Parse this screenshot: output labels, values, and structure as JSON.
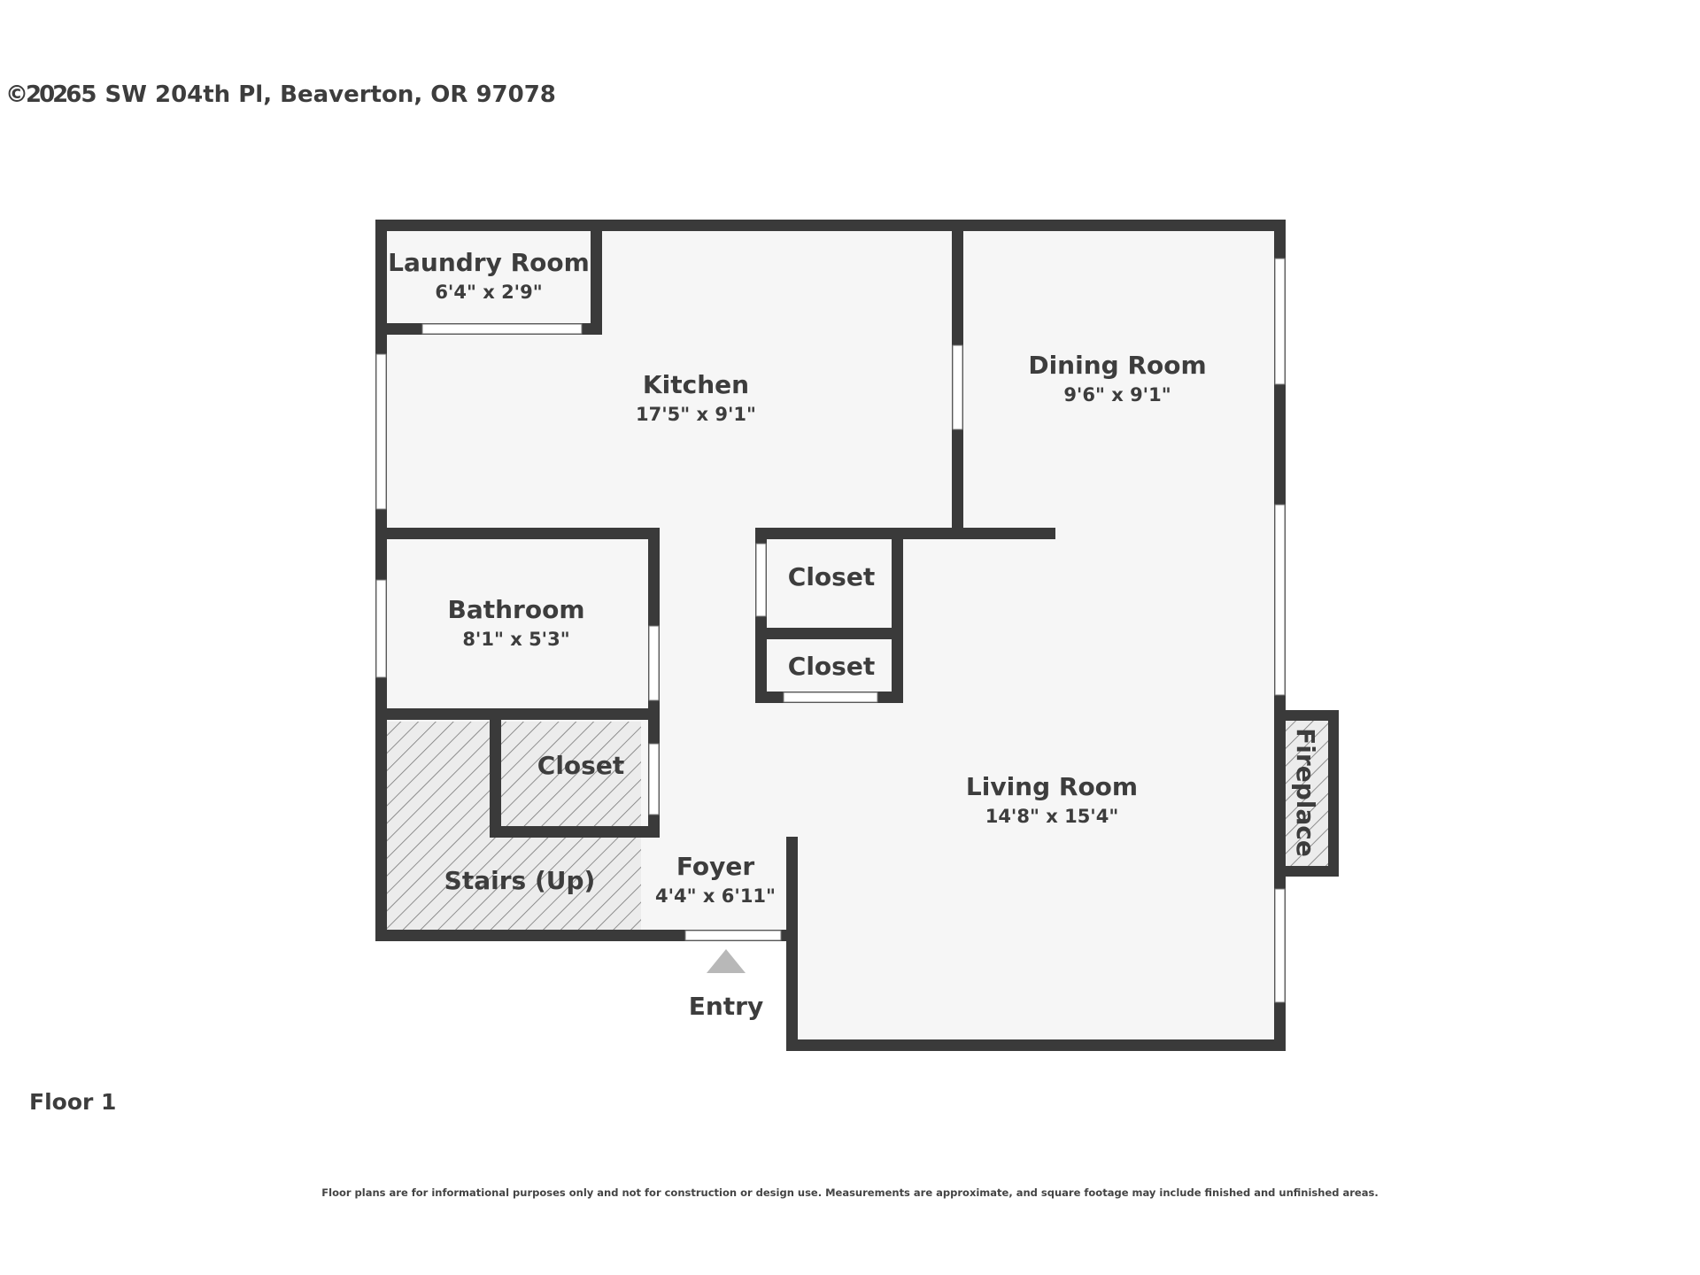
{
  "header": {
    "copyright": "©2026",
    "address": "5 SW 204th Pl, Beaverton, OR 97078"
  },
  "floor_label": "Floor 1",
  "disclaimer": "Floor plans are for informational purposes only and not for construction or design use. Measurements are approximate, and square footage may include finished and unfinished areas.",
  "rooms": {
    "laundry": {
      "name": "Laundry Room",
      "dims": "6'4\" x 2'9\""
    },
    "kitchen": {
      "name": "Kitchen",
      "dims": "17'5\" x 9'1\""
    },
    "dining": {
      "name": "Dining Room",
      "dims": "9'6\" x 9'1\""
    },
    "bathroom": {
      "name": "Bathroom",
      "dims": "8'1\" x 5'3\""
    },
    "closet1": {
      "name": "Closet"
    },
    "closet2": {
      "name": "Closet"
    },
    "closet3": {
      "name": "Closet"
    },
    "living": {
      "name": "Living Room",
      "dims": "14'8\" x 15'4\""
    },
    "stairs": {
      "name": "Stairs (Up)"
    },
    "foyer": {
      "name": "Foyer",
      "dims": "4'4\" x 6'11\""
    },
    "fireplace": {
      "name": "Fireplace"
    }
  },
  "entry_label": "Entry",
  "colors": {
    "wall": "#3a3a3a",
    "floor": "#f6f6f6",
    "stairs_fill": "#e6e6e6"
  }
}
